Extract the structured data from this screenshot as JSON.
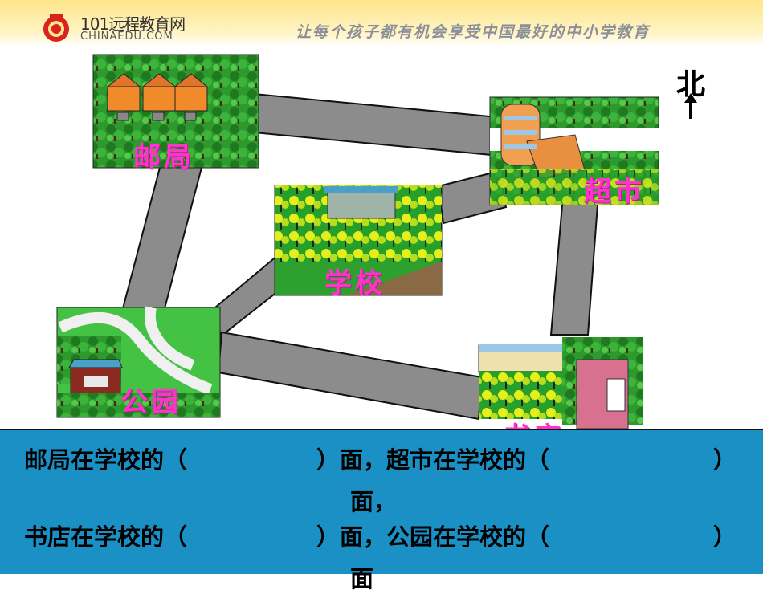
{
  "header": {
    "logo_text": "101远程教育网",
    "logo_sub": "CHINAEDU.COM",
    "slogan": "让每个孩子都有机会享受中国最好的中小学教育"
  },
  "map": {
    "north_label": "北",
    "places": {
      "post_office": "邮局",
      "school": "学校",
      "supermarket": "超市",
      "park": "公园",
      "bookstore": "书店"
    }
  },
  "questions": {
    "line1_a": "邮局在学校的（",
    "line1_b": "）面，超市在学校的（",
    "line1_c": "）",
    "line2": "面，",
    "line3_a": "书店在学校的（",
    "line3_b": "）面，公园在学校的（",
    "line3_c": "）",
    "line4": "面"
  }
}
